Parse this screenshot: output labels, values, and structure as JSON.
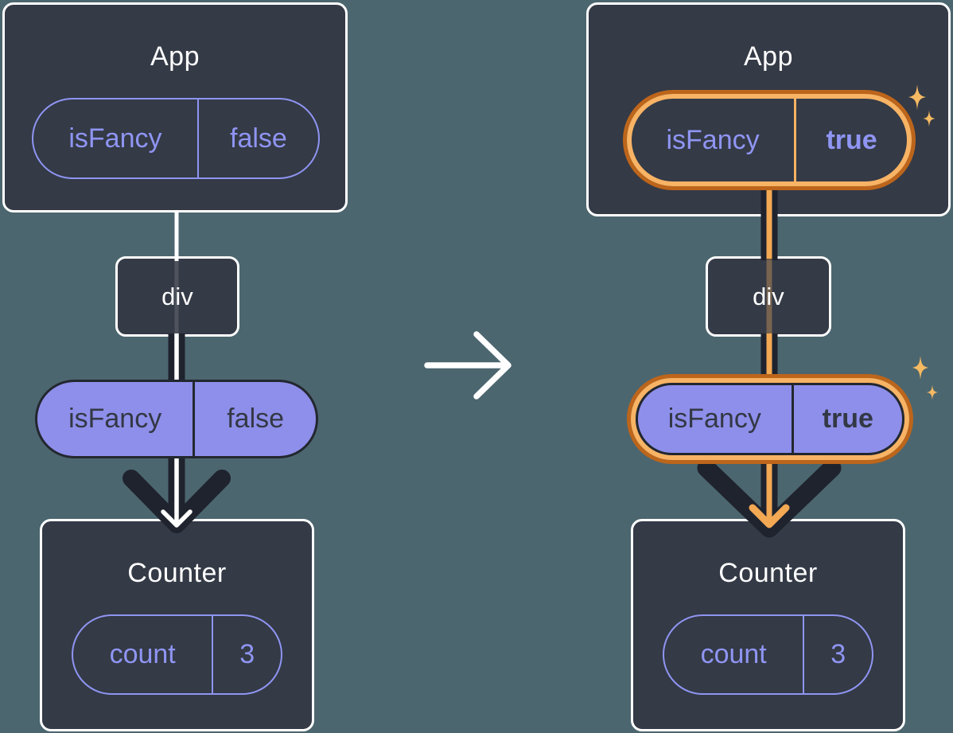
{
  "colors": {
    "background": "#4C666F",
    "box": "#343A46",
    "white": "#FFFFFF",
    "purple_outline": "#8F95F2",
    "purple_fill": "#8E8FEA",
    "pill_dark": "#23272F",
    "pill_text_dark": "#333845",
    "arrow_dark": "#1F232E",
    "orange_ring_dark": "#BC651B",
    "orange_ring_light": "#F8B364",
    "orange_arrow": "#F3A854",
    "sparkle": "#F6BA62"
  },
  "icons": {
    "transition": "arrow-right",
    "highlight": "sparkle",
    "prop_flow": "arrow-down"
  },
  "before": {
    "app_title": "App",
    "prop_name": "isFancy",
    "prop_value": "false",
    "div_label": "div",
    "passed_prop_name": "isFancy",
    "passed_prop_value": "false",
    "counter_title": "Counter",
    "state_name": "count",
    "state_value": "3"
  },
  "after": {
    "app_title": "App",
    "prop_name": "isFancy",
    "prop_value": "true",
    "div_label": "div",
    "passed_prop_name": "isFancy",
    "passed_prop_value": "true",
    "counter_title": "Counter",
    "state_name": "count",
    "state_value": "3"
  }
}
